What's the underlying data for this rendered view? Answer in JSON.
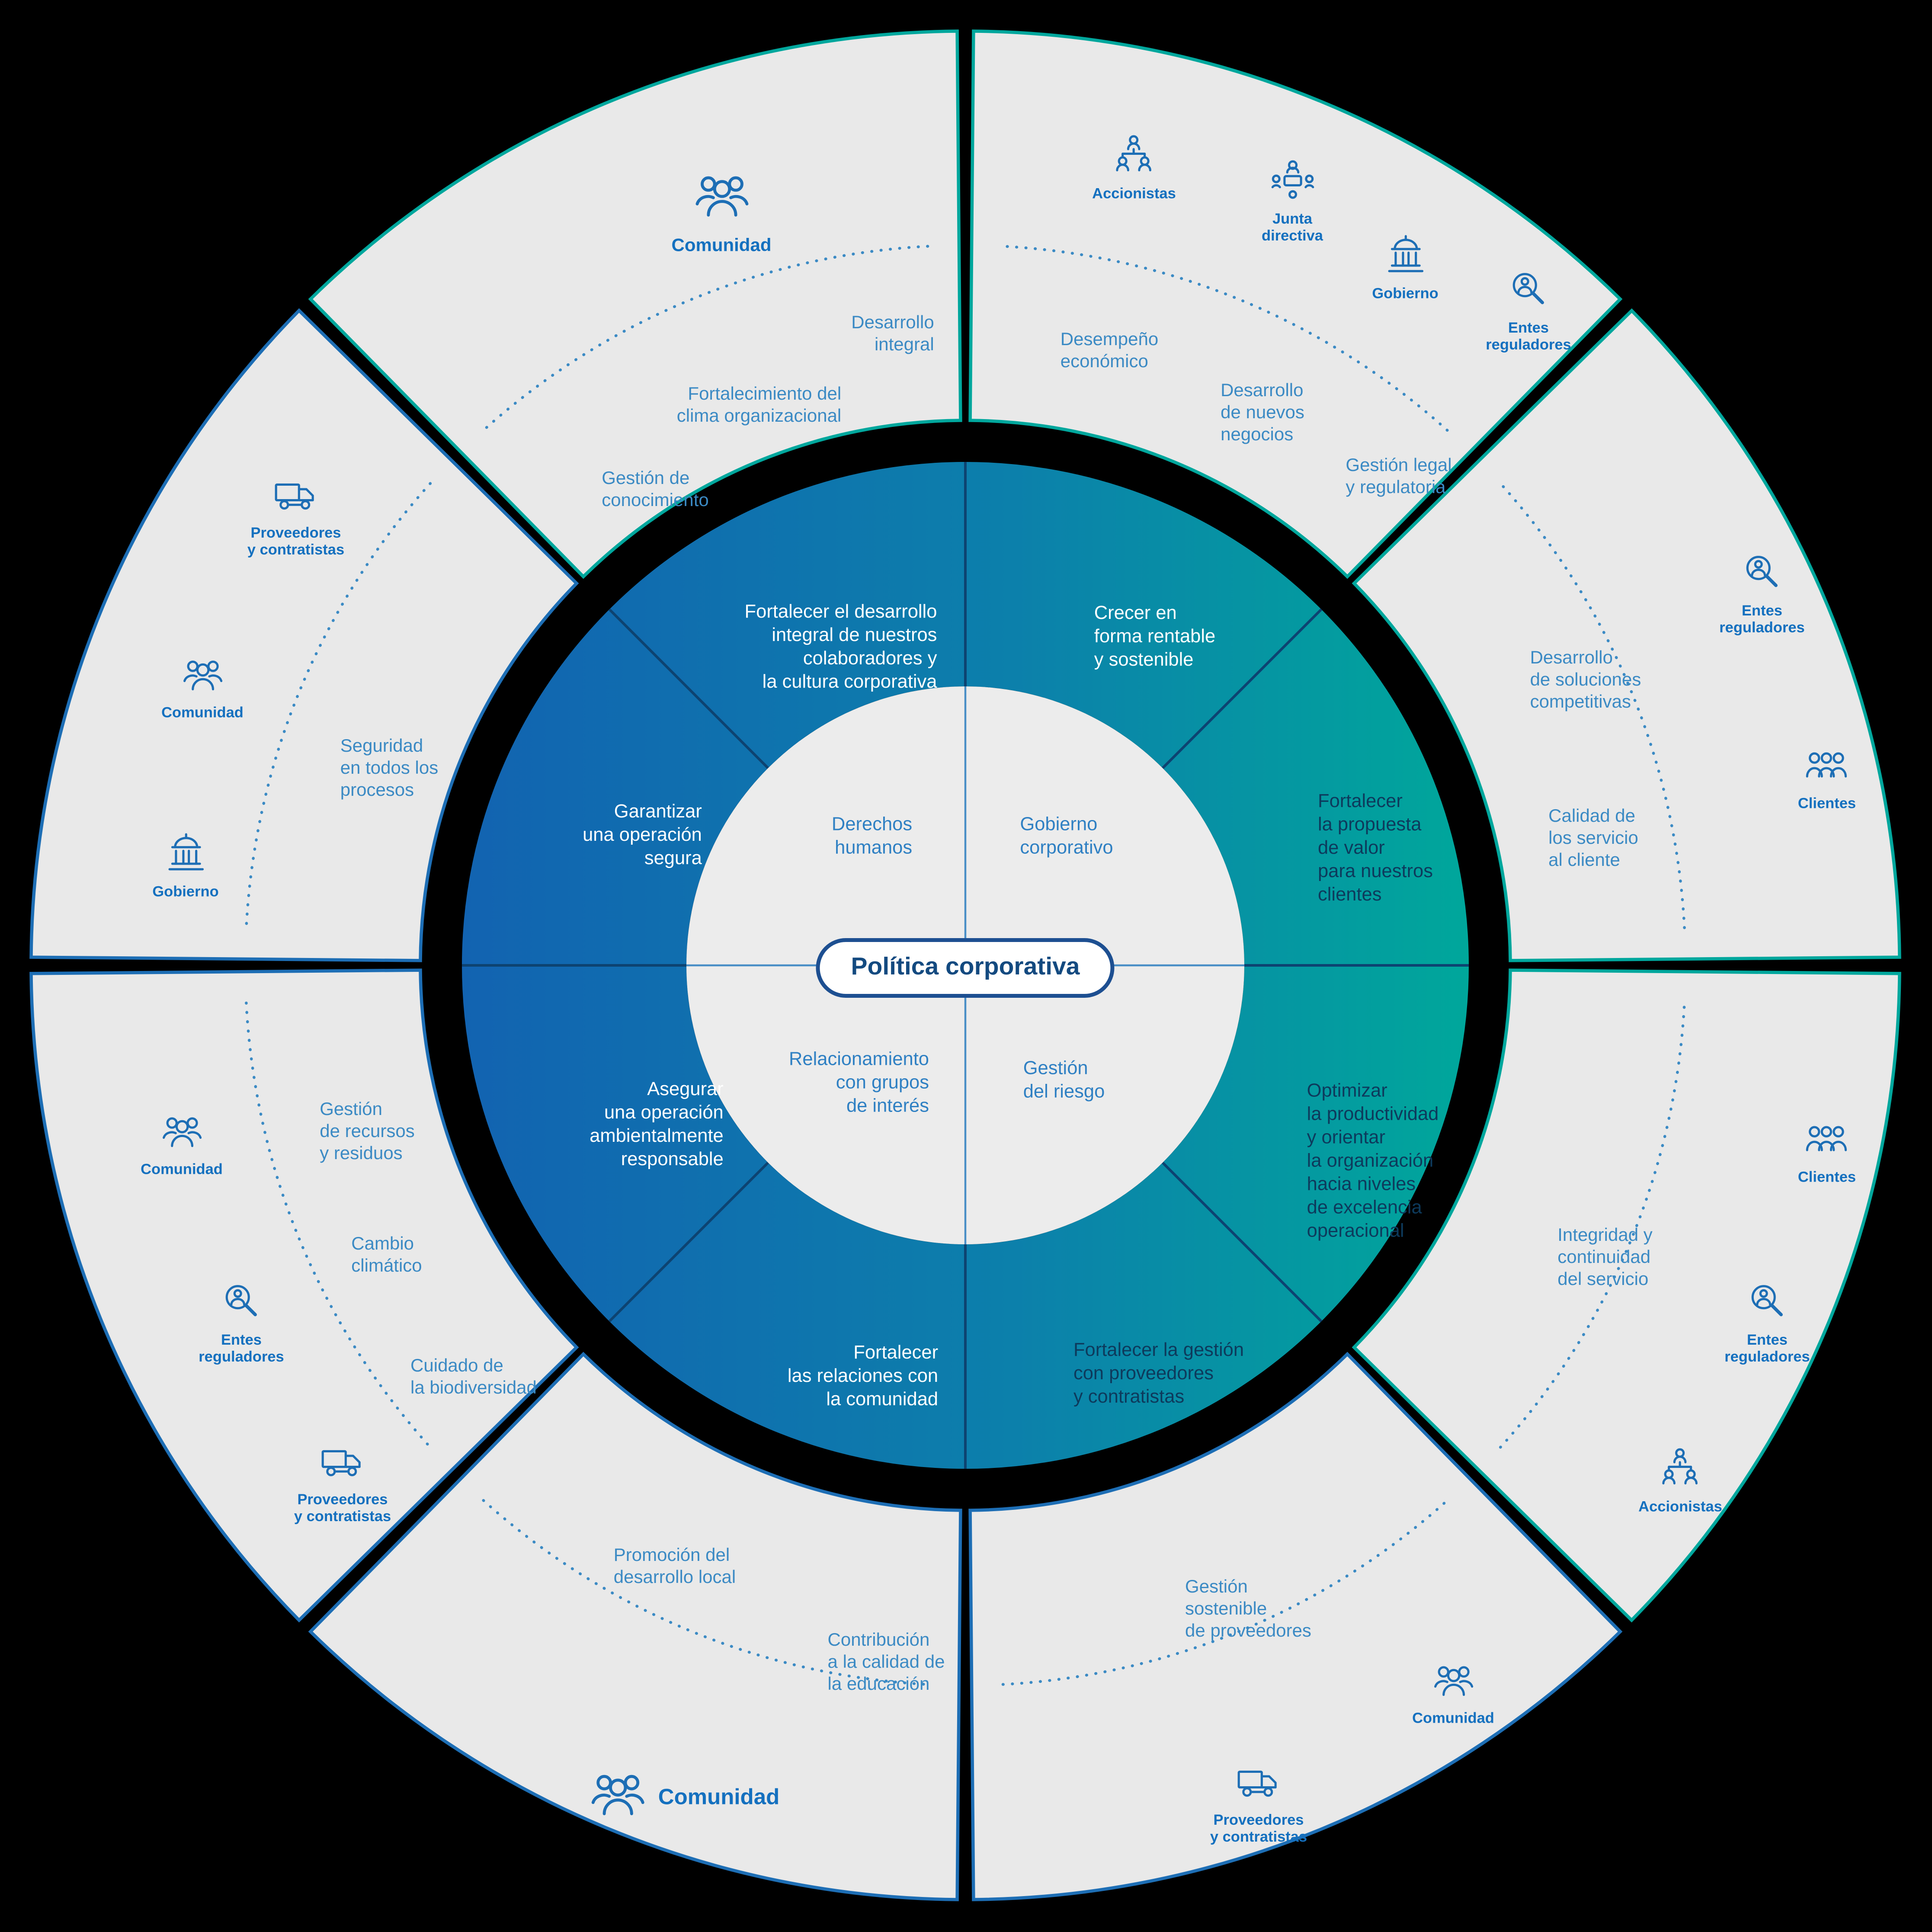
{
  "diagram_title": "Política corporativa",
  "colors": {
    "background": "#000000",
    "sector_fill": "#e9e9e9",
    "sector_stroke_teal": "#00a79d",
    "sector_stroke_blue": "#1d6eb5",
    "ring_gradient_start": "#1263b1",
    "ring_gradient_end": "#00a79b",
    "topic_text": "#3b8ac4",
    "stakeholder_label": "#1470bf",
    "objective_text_light": "#ffffff",
    "objective_text_dark": "#0d3a5c",
    "quadrant_text": "#2f80c3",
    "pill_border": "#1d4f91",
    "pill_text": "#134a80"
  },
  "inner": {
    "quadrants": [
      "Derechos\nhumanos",
      "Gobierno\ncorporativo",
      "Relacionamiento\ncon grupos\nde interés",
      "Gestión\ndel riesgo"
    ]
  },
  "objectives": [
    "Fortalecer el desarrollo\nintegral de nuestros\ncolaboradores y\nla cultura corporativa",
    "Crecer en\nforma rentable\ny sostenible",
    "Fortalecer\nla propuesta\nde valor\npara nuestros\nclientes",
    "Optimizar\nla productividad\ny orientar\nla organización\nhacia niveles\nde excelencia\noperacional",
    "Fortalecer la gestión\ncon proveedores\ny contratistas",
    "Fortalecer\nlas relaciones con\nla comunidad",
    "Asegurar\nuna operación\nambientalmente\nresponsable",
    "Garantizar\nuna operación\nsegura"
  ],
  "sectors": [
    {
      "name": "desarrollo-humano",
      "topics": [
        "Desarrollo\nintegral",
        "Fortalecimiento del\nclima organizacional",
        "Gestión de\nconocimiento"
      ],
      "stakeholders": [
        {
          "icon": "community-icon",
          "label": "Comunidad"
        }
      ]
    },
    {
      "name": "crecimiento",
      "topics": [
        "Desempeño\neconómico",
        "Desarrollo\nde nuevos\nnegocios",
        "Gestión legal\ny regulatoria"
      ],
      "stakeholders": [
        {
          "icon": "shareholders-icon",
          "label": "Accionistas"
        },
        {
          "icon": "board-icon",
          "label": "Junta\ndirectiva"
        },
        {
          "icon": "government-icon",
          "label": "Gobierno"
        },
        {
          "icon": "regulator-icon",
          "label": "Entes\nreguladores"
        }
      ]
    },
    {
      "name": "clientes-superior",
      "topics": [
        "Desarrollo\nde soluciones\ncompetitivas",
        "Calidad de\nlos servicio\nal cliente"
      ],
      "stakeholders": [
        {
          "icon": "regulator-icon",
          "label": "Entes\nreguladores"
        },
        {
          "icon": "clients-icon",
          "label": "Clientes"
        }
      ]
    },
    {
      "name": "operacional",
      "topics": [
        "Integridad y\ncontinuidad\ndel servicio"
      ],
      "stakeholders": [
        {
          "icon": "clients-icon",
          "label": "Clientes"
        },
        {
          "icon": "regulator-icon",
          "label": "Entes\nreguladores"
        },
        {
          "icon": "shareholders-icon",
          "label": "Accionistas"
        }
      ]
    },
    {
      "name": "proveedores",
      "topics": [
        "Gestión\nsostenible\nde proveedores"
      ],
      "stakeholders": [
        {
          "icon": "community-icon",
          "label": "Comunidad"
        },
        {
          "icon": "truck-icon",
          "label": "Proveedores\ny contratistas"
        }
      ]
    },
    {
      "name": "comunidad",
      "topics": [
        "Promoción del\ndesarrollo local",
        "Contribución\na la calidad de\nla educación"
      ],
      "stakeholders": [
        {
          "icon": "community-icon",
          "label": "Comunidad"
        }
      ]
    },
    {
      "name": "ambiental",
      "topics": [
        "Gestión\nde recursos\ny residuos",
        "Cambio\nclimático",
        "Cuidado de\nla biodiversidad"
      ],
      "stakeholders": [
        {
          "icon": "community-icon",
          "label": "Comunidad"
        },
        {
          "icon": "regulator-icon",
          "label": "Entes\nreguladores"
        },
        {
          "icon": "truck-icon",
          "label": "Proveedores\ny contratistas"
        }
      ]
    },
    {
      "name": "seguridad",
      "topics": [
        "Seguridad\nen todos los\nprocesos"
      ],
      "stakeholders": [
        {
          "icon": "truck-icon",
          "label": "Proveedores\ny contratistas"
        },
        {
          "icon": "community-icon",
          "label": "Comunidad"
        },
        {
          "icon": "government-icon",
          "label": "Gobierno"
        }
      ]
    }
  ]
}
